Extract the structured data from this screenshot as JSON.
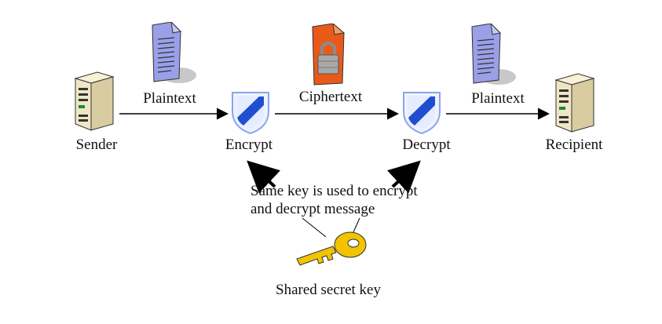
{
  "nodes": {
    "sender": "Sender",
    "recipient": "Recipient",
    "encrypt": "Encrypt",
    "decrypt": "Decrypt"
  },
  "documents": {
    "plaintext_left": "Plaintext",
    "ciphertext": "Ciphertext",
    "plaintext_right": "Plaintext"
  },
  "note": {
    "line1": "Same key is used to encrypt",
    "line2": "and decrypt message"
  },
  "key_label": "Shared secret key",
  "colors": {
    "shield_blue": "#1f4fd0",
    "document_purple": "#9aa0e8",
    "cipher_orange": "#e85a1a",
    "key_gold": "#f2c400",
    "server_beige": "#efe6c4"
  }
}
